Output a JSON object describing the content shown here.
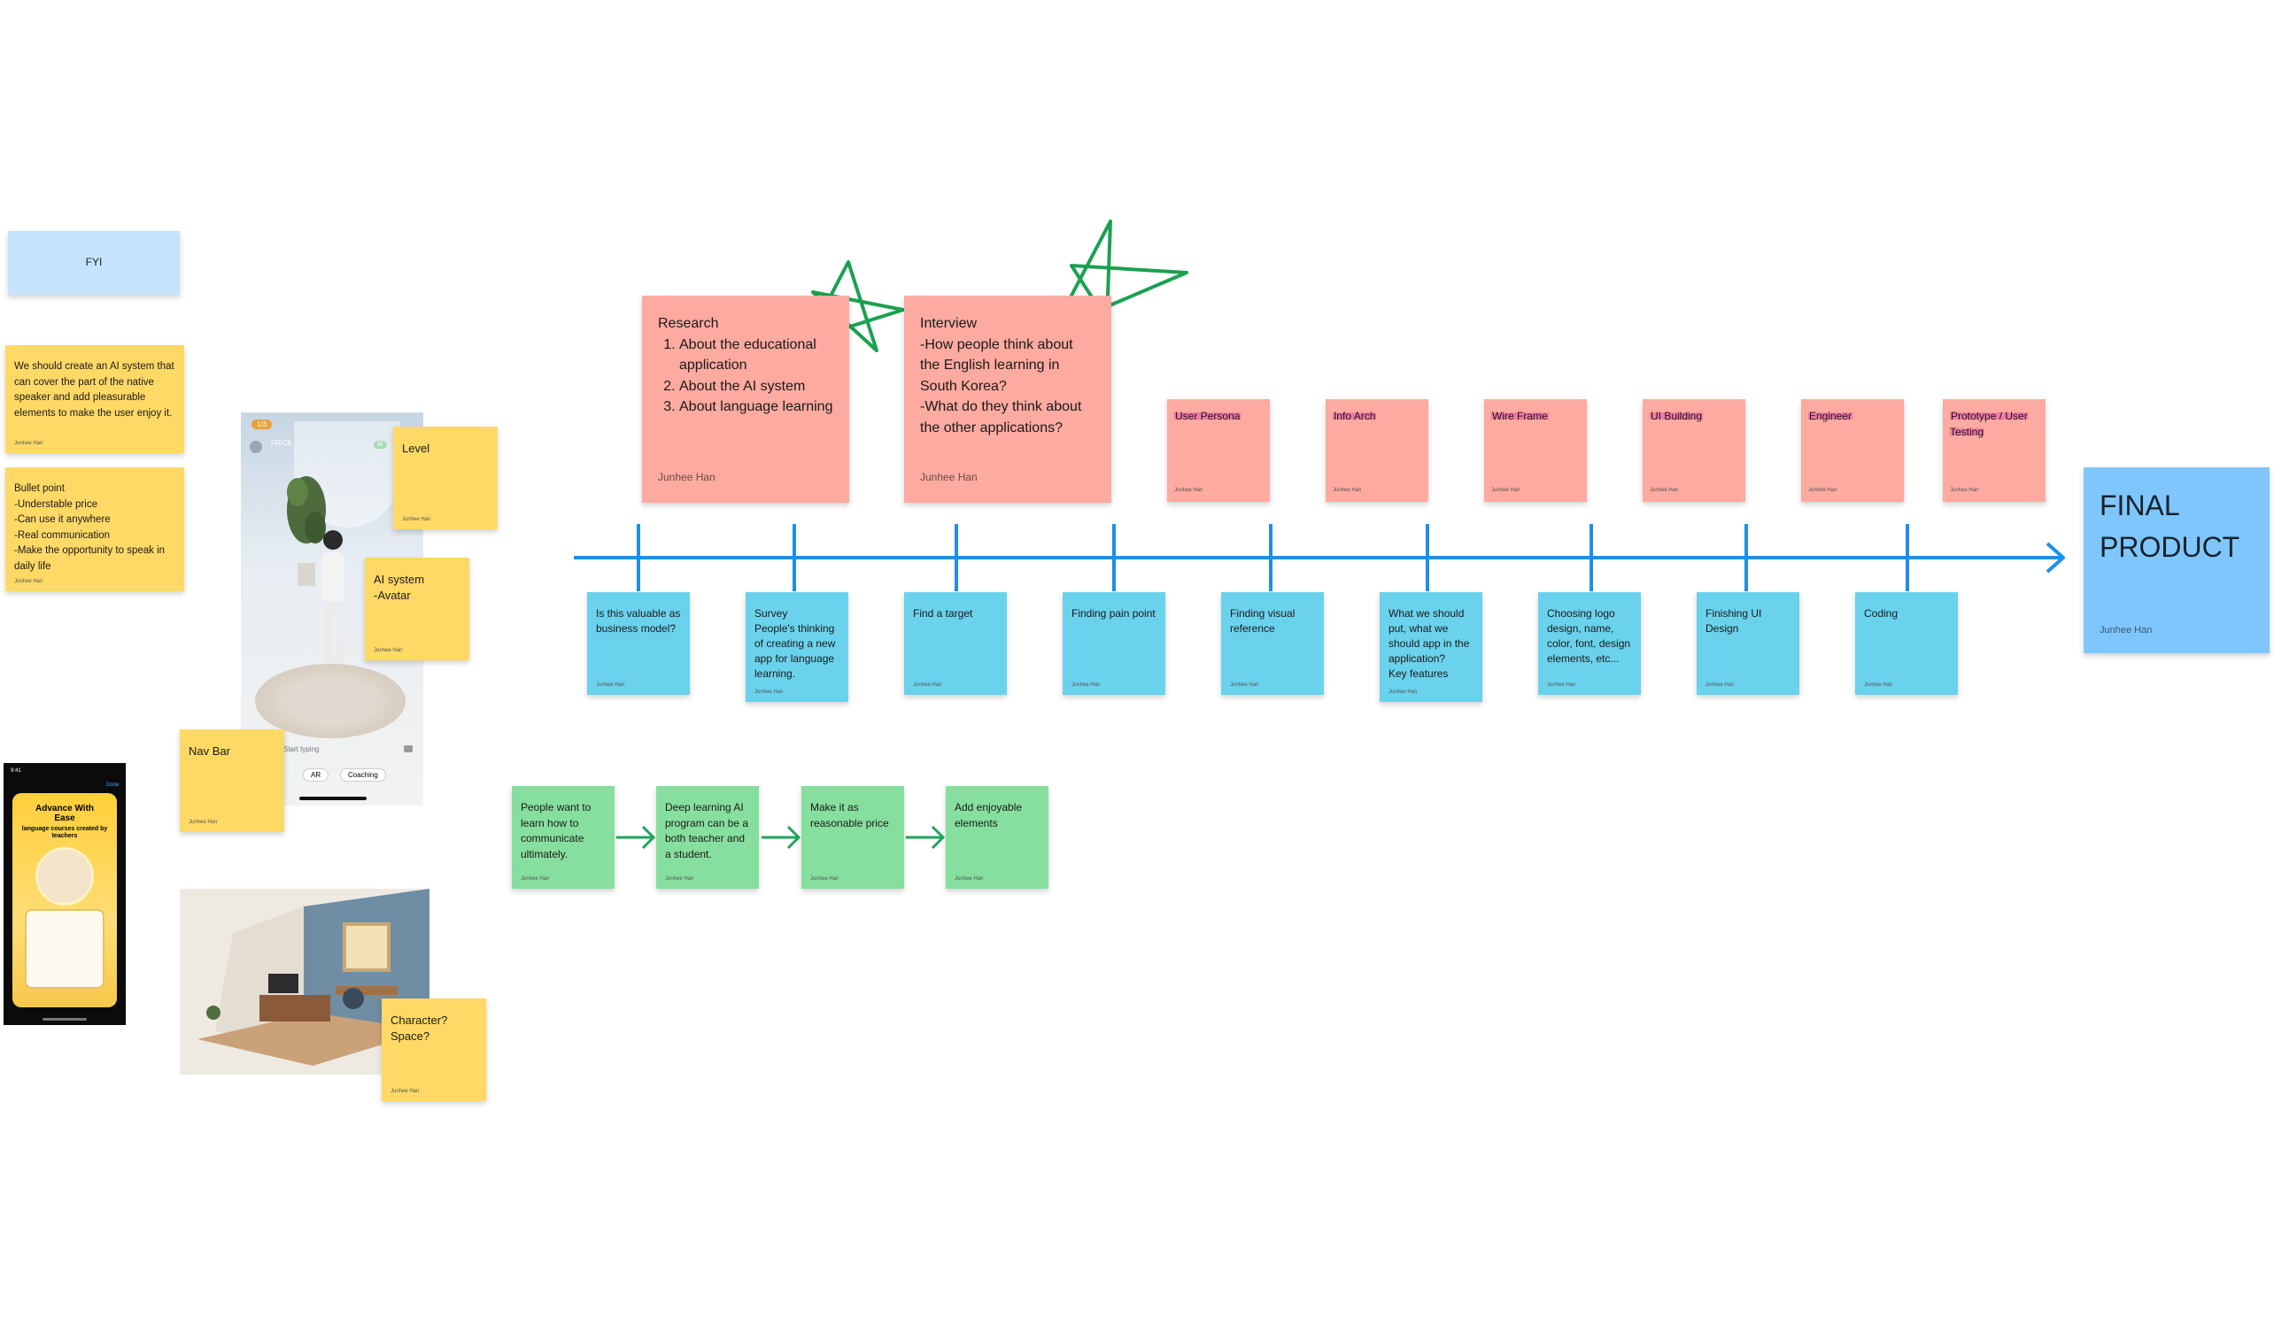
{
  "fyi": {
    "text": "FYI"
  },
  "left_notes": [
    {
      "text": "We should create an AI system that can cover the part of the native speaker and add pleasurable elements to make the user enjoy it.",
      "author": "Junhee Han"
    },
    {
      "text": "Bullet point\n-Understable price\n-Can use it anywhere\n-Real communication\n-Make the opportunity to speak in daily life",
      "author": "Junhee Han"
    }
  ],
  "image_notes": {
    "level": {
      "text": "Level",
      "author": "Junhee Han"
    },
    "ai_system": {
      "text": "AI system\n-Avatar",
      "author": "Junhee Han"
    },
    "nav_bar": {
      "text": "Nav Bar",
      "author": "Junhee Han"
    },
    "character": {
      "text": "Character?\nSpace?",
      "author": "Junhee Han"
    }
  },
  "phone1": {
    "badge": "1/3",
    "name": "FRICK",
    "ai_tag": "AI",
    "input_hint": "Start typing",
    "chips": [
      "AR",
      "Coaching"
    ]
  },
  "phone2": {
    "time": "9:41",
    "done": "Done",
    "headline": "Advance With Ease",
    "subline": "language courses created by teachers"
  },
  "research": {
    "title": "Research",
    "items": [
      "About the educational application",
      "About the AI system",
      "About language learning"
    ],
    "author": "Junhee Han"
  },
  "interview": {
    "text": "Interview\n-How people think about the English learning in South Korea?\n-What do they think about the other applications?",
    "author": "Junhee Han"
  },
  "stages": [
    {
      "label": "User Persona",
      "author": "Junhee Han"
    },
    {
      "label": "Info Arch",
      "author": "Junhee Han"
    },
    {
      "label": "Wire Frame",
      "author": "Junhee Han"
    },
    {
      "label": "UI Building",
      "author": "Junhee Han"
    },
    {
      "label": "Engineer",
      "author": "Junhee Han"
    },
    {
      "label": "Prototype / User Testing",
      "author": "Junhee Han"
    }
  ],
  "tasks": [
    {
      "text": "Is this valuable as business model?",
      "author": "Junhee Han"
    },
    {
      "text": "Survey\nPeople's thinking of creating a new app for language learning.",
      "author": "Junhee Han"
    },
    {
      "text": "Find a target",
      "author": "Junhee Han"
    },
    {
      "text": "Finding pain point",
      "author": "Junhee Han"
    },
    {
      "text": "Finding visual reference",
      "author": "Junhee Han"
    },
    {
      "text": "What we should put, what we should app in the application?\nKey features",
      "author": "Junhee Han"
    },
    {
      "text": "Choosing logo design, name, color, font, design elements, etc...",
      "author": "Junhee Han"
    },
    {
      "text": "Finishing UI Design",
      "author": "Junhee Han"
    },
    {
      "text": "Coding",
      "author": "Junhee Han"
    }
  ],
  "flow": [
    {
      "text": "People want to learn how to communicate ultimately.",
      "author": "Junhee Han"
    },
    {
      "text": "Deep learning AI program can be a both teacher and a student.",
      "author": "Junhee Han"
    },
    {
      "text": "Make it as reasonable price",
      "author": "Junhee Han"
    },
    {
      "text": "Add enjoyable elements",
      "author": "Junhee Han"
    }
  ],
  "final": {
    "text": "FINAL\nPRODUCT",
    "author": "Junhee Han"
  },
  "colors": {
    "timeline": "#1f8fe6",
    "flow_arrow": "#1fa55a",
    "star": "#1aa150",
    "yellow_note": "#ffd966",
    "pink_note": "#fdaaa0",
    "cyan_note": "#6ad2ec",
    "green_note": "#86df9e",
    "final_note": "#7fc6fd",
    "fyi_note": "#c5e4fb"
  }
}
